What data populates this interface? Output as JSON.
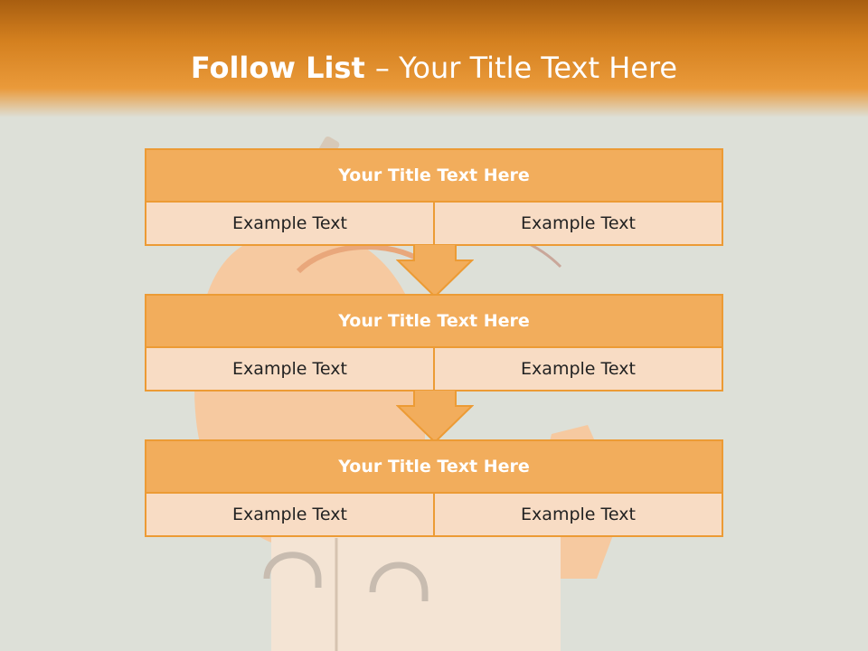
{
  "slide": {
    "title_bold": "Follow List ",
    "title_rest": " – Your Title Text Here"
  },
  "blocks": [
    {
      "title": "Your Title Text Here",
      "left": "Example Text",
      "right": "Example Text"
    },
    {
      "title": "Your Title Text Here",
      "left": "Example Text",
      "right": "Example Text"
    },
    {
      "title": "Your Title Text Here",
      "left": "Example Text",
      "right": "Example Text"
    }
  ],
  "colors": {
    "header": "#d4801f",
    "accent": "#ec9b35",
    "block_title_bg": "#f2ad5c",
    "cell_bg": "#f8dcc4",
    "background": "#dde0d8"
  },
  "icons": {
    "connector": "down-arrow-icon"
  }
}
